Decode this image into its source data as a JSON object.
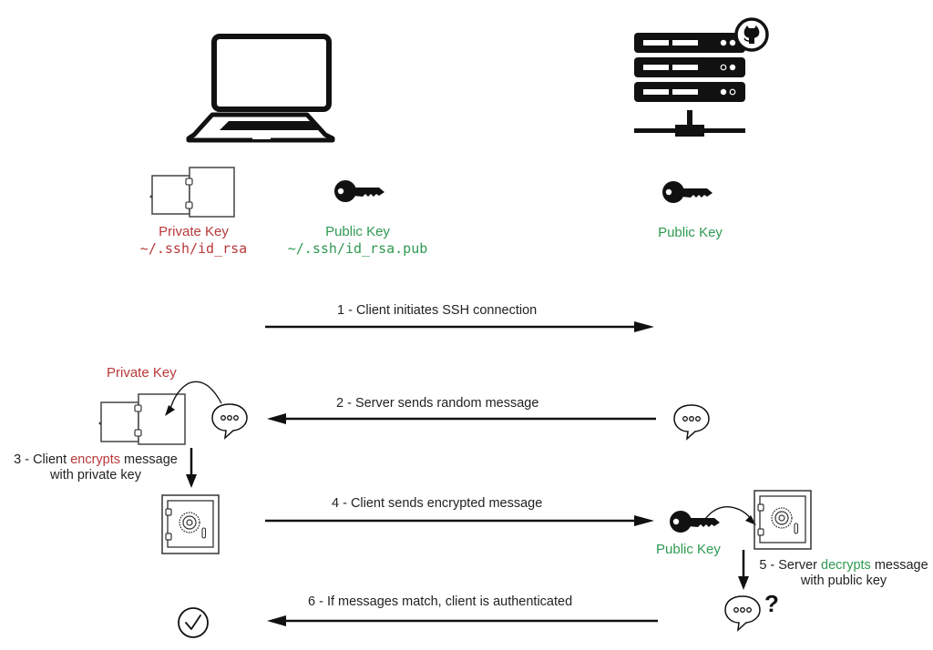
{
  "colors": {
    "private": "#b8383a",
    "public": "#2e9a52",
    "ink": "#111111"
  },
  "client": {
    "device_icon": "laptop-icon",
    "private_key": {
      "icon": "door-key-icon",
      "label": "Private Key",
      "path": "~/.ssh/id_rsa"
    },
    "public_key": {
      "icon": "key-icon",
      "label": "Public Key",
      "path": "~/.ssh/id_rsa.pub"
    }
  },
  "server": {
    "device_icon": "server-rack-icon",
    "badge_icon": "github-octocat-icon",
    "public_key": {
      "icon": "key-icon",
      "label": "Public Key"
    }
  },
  "steps": [
    {
      "number": "1",
      "text": "1 - Client initiates SSH connection",
      "direction": "client-to-server"
    },
    {
      "number": "2",
      "text": "2 - Server sends random message",
      "direction": "server-to-client"
    },
    {
      "number": "3",
      "pre": "3 - Client ",
      "highlight": "encrypts",
      "post": " message",
      "line2": "with private key"
    },
    {
      "number": "4",
      "text": "4 - Client sends encrypted message",
      "direction": "client-to-server"
    },
    {
      "number": "5",
      "pre": "5 - Server ",
      "highlight": "decrypts",
      "post": " message",
      "line2": "with public key"
    },
    {
      "number": "6",
      "text": "6 - If messages match, client is authenticated",
      "direction": "server-to-client"
    }
  ],
  "step2_client_label": "Private Key",
  "step5_server_label": "Public Key",
  "question_mark": "?",
  "result_icon": "checkmark-circle-icon"
}
